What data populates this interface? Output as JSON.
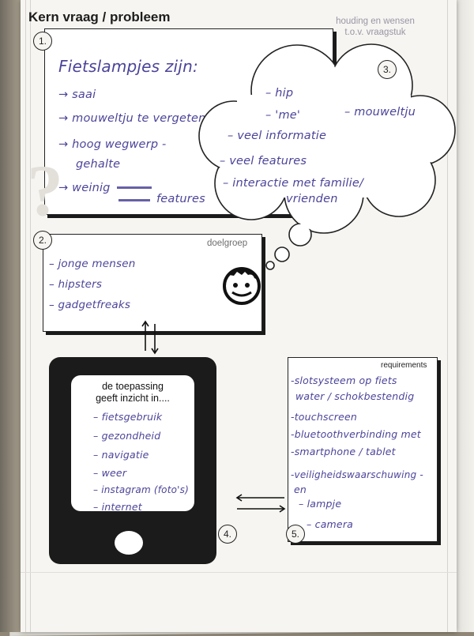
{
  "header": {
    "title": "Kern vraag / probleem",
    "subtitle_line1": "houding en wensen",
    "subtitle_line2": "t.o.v. vraagstuk"
  },
  "box1": {
    "number": "1.",
    "heading": "Fietslampjes zijn:",
    "items": [
      "→ saai",
      "→ mouweltju te vergeten",
      "→ hoog wegwerp -",
      "gehalte",
      "→ weinig",
      "features"
    ],
    "question_mark": "?"
  },
  "box3": {
    "number": "3.",
    "items": [
      "– hip",
      "– 'me'",
      "– mouweltju",
      "– veel informatie",
      "– veel features",
      "– interactie met familie/",
      "vrienden"
    ]
  },
  "box2": {
    "number": "2.",
    "label": "doelgroep",
    "items": [
      "– jonge mensen",
      "– hipsters",
      "– gadgetfreaks"
    ]
  },
  "box4": {
    "number": "4.",
    "title_line1": "de toepassing",
    "title_line2": "geeft inzicht in....",
    "items": [
      "– fietsgebruik",
      "– gezondheid",
      "– navigatie",
      "– weer",
      "– instagram (foto's)",
      "– internet"
    ]
  },
  "box5": {
    "number": "5.",
    "label": "requirements",
    "items": [
      "-slotsysteem op fiets",
      "water / schokbestendig",
      "-touchscreen",
      "-bluetoothverbinding met",
      "-smartphone / tablet",
      "-veiligheidswaarschuwing -",
      "en",
      "– lampje",
      "– camera"
    ]
  },
  "colors": {
    "ink": "#4b4499",
    "frame": "#222222",
    "paper": "#f6f5f1"
  }
}
